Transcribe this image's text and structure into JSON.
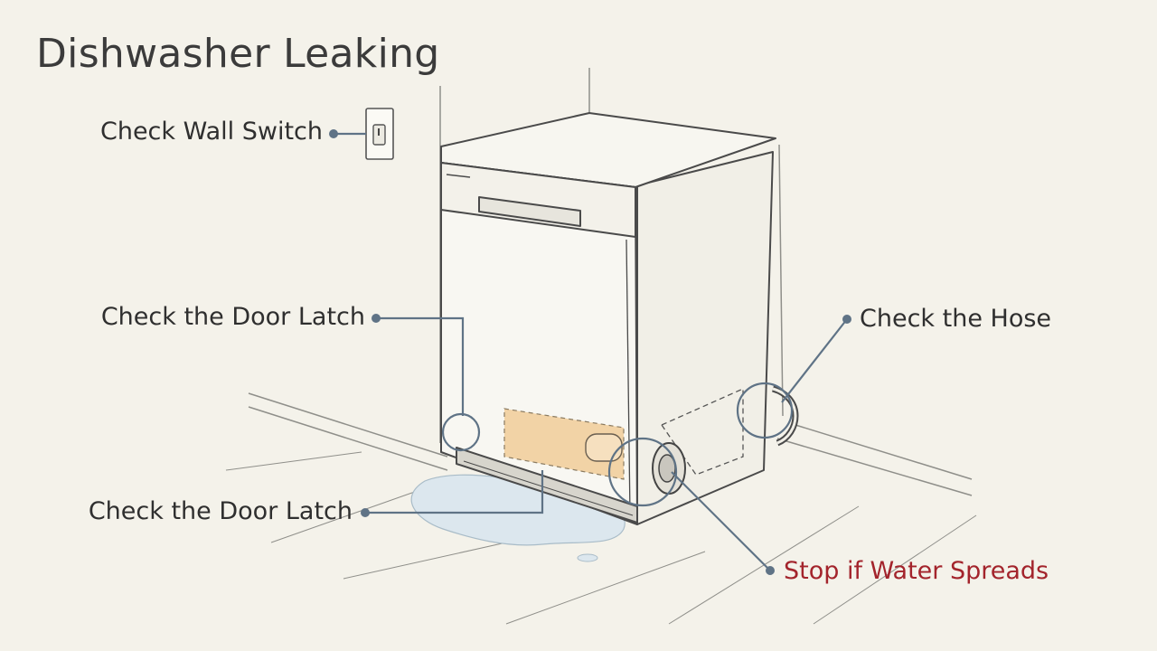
{
  "title": "Dishwasher Leaking",
  "callouts": {
    "wall_switch": "Check Wall Switch",
    "door_latch_upper": "Check the Door Latch",
    "door_latch_lower": "Check the Door Latch",
    "hose": "Check the Hose",
    "stop_water": "Stop if Water Spreads"
  },
  "colors": {
    "background": "#f4f2ea",
    "leader": "#5f7386",
    "warning": "#a3242c",
    "highlight": "#f2d3a6",
    "water": "#dce7ee"
  }
}
